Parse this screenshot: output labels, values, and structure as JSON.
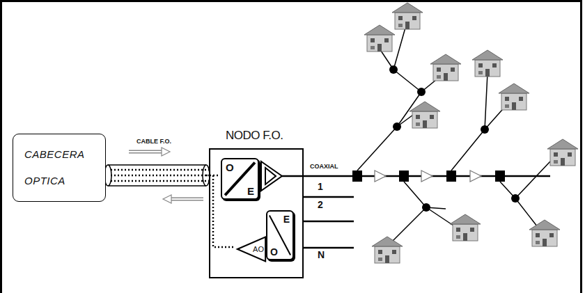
{
  "diagram": {
    "nodes": [
      {
        "text": [
          "CABECERA OPTICA"
        ]
      },
      {
        "text": [
          "NODO F.O."
        ]
      },
      {
        "text": [
          "O",
          "E"
        ],
        "in": 1
      },
      {
        "text": [
          "E",
          "O"
        ],
        "in": 1
      },
      {
        "text": [
          "AO"
        ],
        "in": 1
      }
    ],
    "edges": [
      {
        "from": 0,
        "to": 1,
        "arrow": "none"
      }
    ],
    "labels": [
      "CABLE F.O.",
      "COAXIAL",
      "1",
      "2",
      "N"
    ]
  }
}
